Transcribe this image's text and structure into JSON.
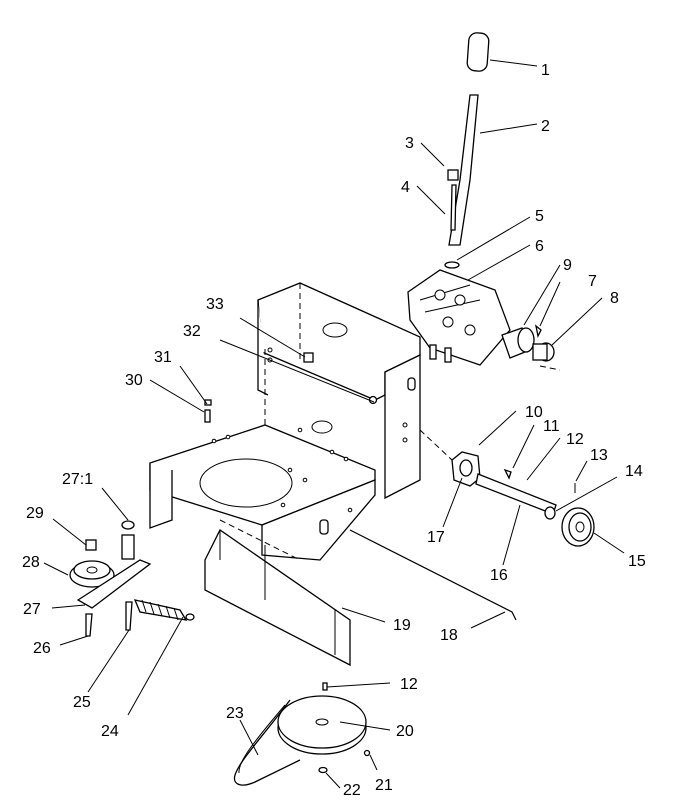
{
  "callouts": [
    {
      "id": "c1",
      "label": "1"
    },
    {
      "id": "c2",
      "label": "2"
    },
    {
      "id": "c3",
      "label": "3"
    },
    {
      "id": "c4",
      "label": "4"
    },
    {
      "id": "c5",
      "label": "5"
    },
    {
      "id": "c6",
      "label": "6"
    },
    {
      "id": "c7",
      "label": "7"
    },
    {
      "id": "c8",
      "label": "8"
    },
    {
      "id": "c9",
      "label": "9"
    },
    {
      "id": "c10",
      "label": "10"
    },
    {
      "id": "c11",
      "label": "11"
    },
    {
      "id": "c12a",
      "label": "12"
    },
    {
      "id": "c12b",
      "label": "12"
    },
    {
      "id": "c13",
      "label": "13"
    },
    {
      "id": "c14",
      "label": "14"
    },
    {
      "id": "c15",
      "label": "15"
    },
    {
      "id": "c16",
      "label": "16"
    },
    {
      "id": "c17",
      "label": "17"
    },
    {
      "id": "c18",
      "label": "18"
    },
    {
      "id": "c19",
      "label": "19"
    },
    {
      "id": "c20",
      "label": "20"
    },
    {
      "id": "c21",
      "label": "21"
    },
    {
      "id": "c22",
      "label": "22"
    },
    {
      "id": "c23",
      "label": "23"
    },
    {
      "id": "c24",
      "label": "24"
    },
    {
      "id": "c25",
      "label": "25"
    },
    {
      "id": "c26",
      "label": "26"
    },
    {
      "id": "c27",
      "label": "27"
    },
    {
      "id": "c271",
      "label": "27:1"
    },
    {
      "id": "c28",
      "label": "28"
    },
    {
      "id": "c29",
      "label": "29"
    },
    {
      "id": "c30",
      "label": "30"
    },
    {
      "id": "c31",
      "label": "31"
    },
    {
      "id": "c32",
      "label": "32"
    },
    {
      "id": "c33",
      "label": "33"
    }
  ]
}
